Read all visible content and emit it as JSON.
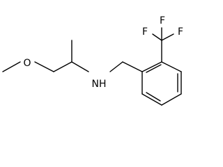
{
  "molecule": {
    "atom_labels": {
      "fluorine_left": "F",
      "fluorine_top": "F",
      "fluorine_right": "F",
      "oxygen": "O",
      "amine": "NH"
    },
    "line_color": "#000000",
    "background_color": "#ffffff"
  }
}
